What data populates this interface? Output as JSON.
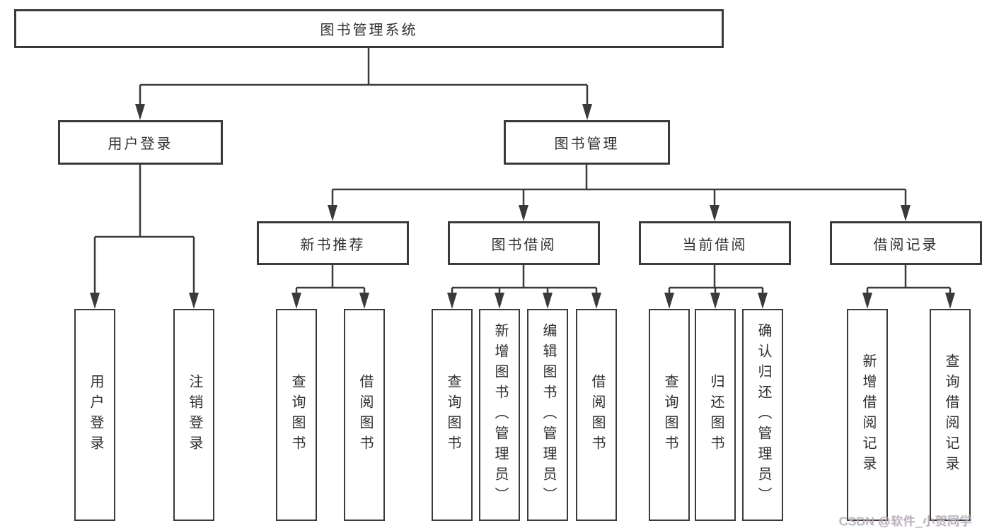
{
  "nodes": {
    "root": "图书管理系统",
    "user_login": "用户登录",
    "book_management": "图书管理",
    "new_book_recommend": "新书推荐",
    "book_borrow": "图书借阅",
    "current_borrow": "当前借阅",
    "borrow_records": "借阅记录",
    "leaf_user_login": "用户登录",
    "leaf_logout": "注销登录",
    "leaf_recommend_query_book": "查询图书",
    "leaf_recommend_borrow_book": "借阅图书",
    "leaf_borrow_query_book": "查询图书",
    "leaf_borrow_add_book": "新增图书（管理员）",
    "leaf_borrow_edit_book": "编辑图书（管理员）",
    "leaf_borrow_borrow_book": "借阅图书",
    "leaf_current_query_book": "查询图书",
    "leaf_current_return_book": "归还图书",
    "leaf_current_confirm_return": "确认归还（管理员）",
    "leaf_records_add_record": "新增借阅记录",
    "leaf_records_query_record": "查询借阅记录"
  },
  "watermark": "CSDN @软件_小贺同学",
  "colors": {
    "line": "#3a3a3a",
    "text": "#2f2f2f",
    "box_background": "#ffffff",
    "watermark": "#b3b3b3"
  }
}
